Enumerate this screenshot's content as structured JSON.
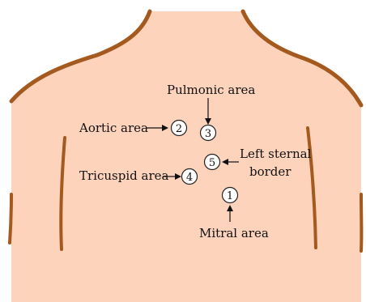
{
  "colors": {
    "skin": "#FDD3BC",
    "outline": "#A45A1E",
    "ink": "#111111"
  },
  "labels": {
    "pulmonic": "Pulmonic area",
    "aortic": "Aortic area",
    "left_sternal_1": "Left sternal",
    "left_sternal_2": "border",
    "tricuspid": "Tricuspid area",
    "mitral": "Mitral area"
  },
  "points": {
    "mitral": "1",
    "aortic": "2",
    "pulmonic": "3",
    "tricuspid": "4",
    "left_sternal": "5"
  }
}
